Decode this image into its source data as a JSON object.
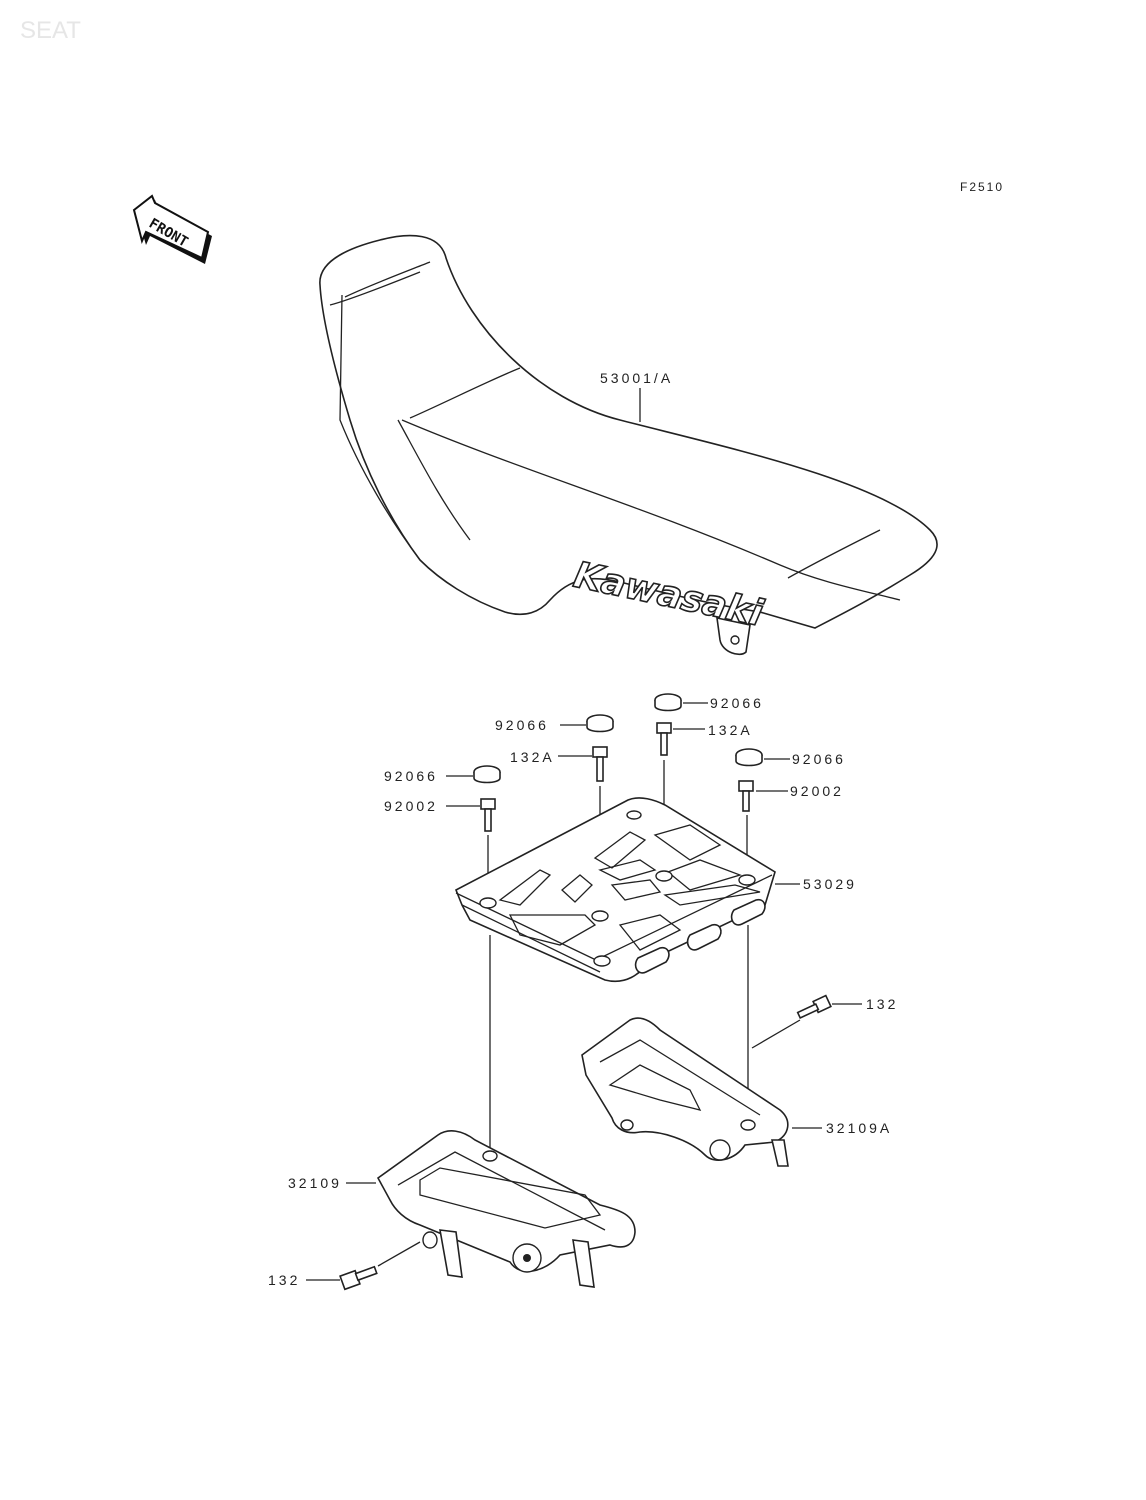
{
  "title": "SEAT",
  "figure_id": "F2510",
  "front_marker": "FRONT",
  "brand_mark": "Kawasaki",
  "callouts": {
    "seat": "53001/A",
    "cap_top": "92066",
    "bolt_top": "132A",
    "cap_mid": "92066",
    "bolt_mid": "132A",
    "cap_right": "92066",
    "bolt_right": "92002",
    "cap_left": "92066",
    "bolt_left": "92002",
    "plate": "53029",
    "bolt_bracket_right": "132",
    "bracket_right": "32109A",
    "bracket_left": "32109",
    "bolt_bracket_left": "132"
  }
}
